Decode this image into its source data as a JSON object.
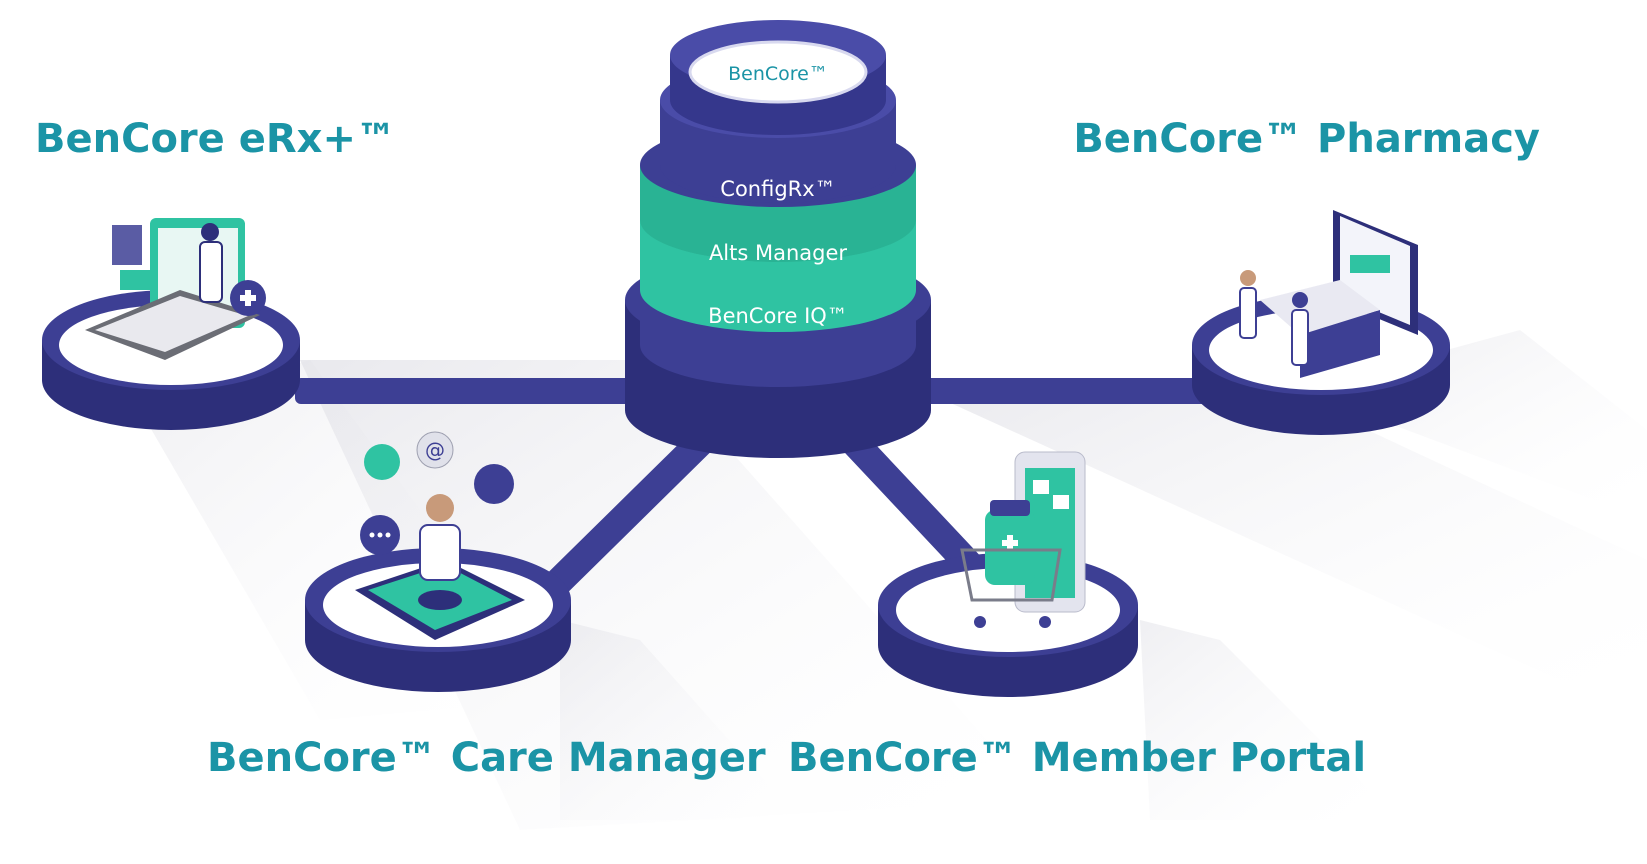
{
  "hub": {
    "top_label": "BenCore™",
    "layers": [
      "ConfigRx™",
      "Alts Manager",
      "BenCore IQ™"
    ]
  },
  "nodes": {
    "erx": "BenCore eRx+™",
    "pharmacy": "BenCore™ Pharmacy",
    "care_manager": "BenCore™ Care Manager",
    "member_portal": "BenCore™ Member Portal"
  },
  "colors": {
    "navy": "#3d3f94",
    "navy_dark": "#2d2f7a",
    "teal": "#2fc3a2",
    "label": "#1b94a6"
  }
}
